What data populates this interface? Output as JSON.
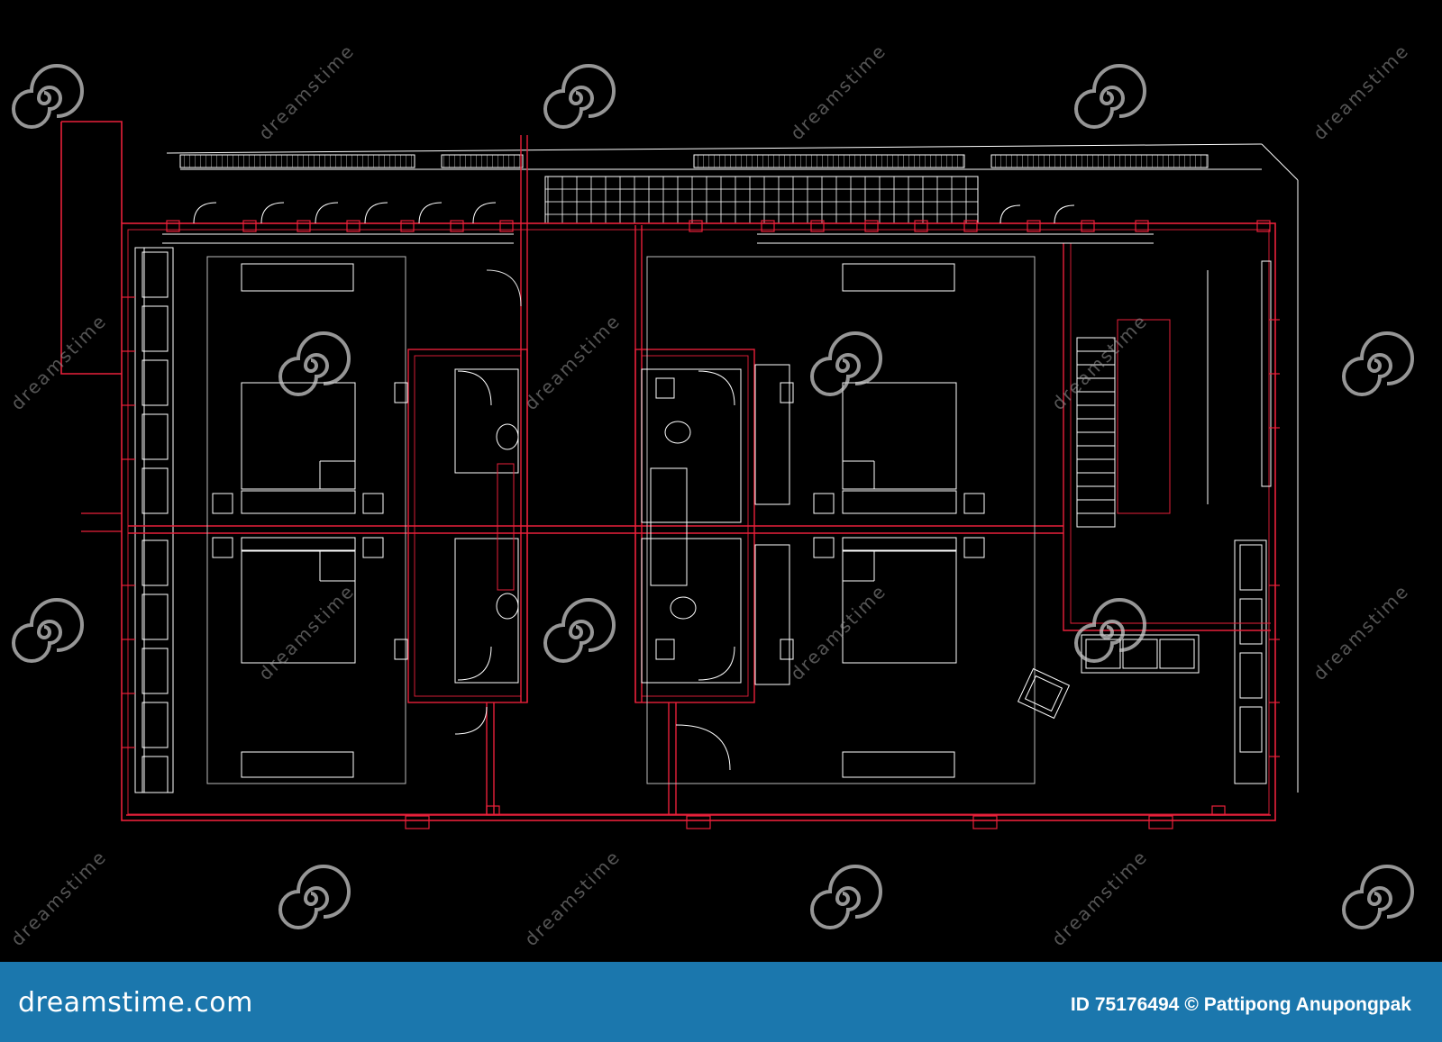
{
  "footer": {
    "brand": "dreamstime.com",
    "id_label": "ID",
    "id_number": "75176494",
    "copyright": "©",
    "author": "Pattipong Anupongpak"
  },
  "watermark": {
    "text": "dreamstime",
    "logo_icon": "spiral-logo-icon"
  },
  "colors": {
    "background": "#000000",
    "wall_red": "#e8203a",
    "line_white": "#ffffff",
    "footer_blue": "#1b77ad"
  }
}
